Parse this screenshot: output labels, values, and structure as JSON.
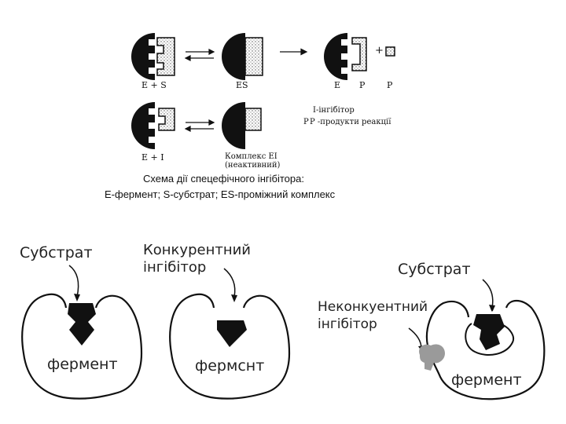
{
  "top_scheme": {
    "row1": {
      "es_label_left": "E + S",
      "es_label_mid": "ES",
      "label_e": "E",
      "label_p1": "P",
      "label_p2": "P",
      "plus_sign": "+"
    },
    "row2": {
      "label_ei": "E + I",
      "complex_line1": "Комплекс EI",
      "complex_line2": "(неактивний)"
    },
    "legend": {
      "line1": "I-інгібітор",
      "line2_p": "P",
      "line2_rest": " P -продукти реакції"
    },
    "caption": {
      "line1": "Схема дії спецефічного інгібітора:",
      "line2": "E-фермент; S-субстрат; ES-проміжний комплекс"
    }
  },
  "bottom_panels": {
    "panel1": {
      "substrate": "Субстрат",
      "enzyme": "фермент"
    },
    "panel2": {
      "inhibitor_line1": "Конкурентний",
      "inhibitor_line2": "інгібітор",
      "enzyme": "фермснт"
    },
    "panel3": {
      "substrate": "Субстрат",
      "inhibitor_line1": "Неконкуентний",
      "inhibitor_line2": "інгібітор",
      "enzyme": "фермент"
    }
  },
  "colors": {
    "ink": "#111111",
    "inhibitor_gray": "#9a9a9a"
  }
}
